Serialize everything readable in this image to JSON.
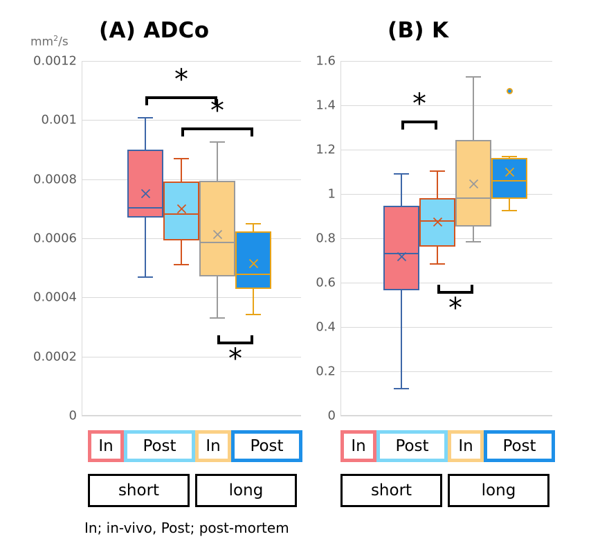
{
  "figure": {
    "footnote": "In; in-vivo, Post; post-mortem"
  },
  "panels": [
    {
      "id": "A",
      "title": "(A) ADCo",
      "unit": "mm2/s",
      "unit_base": "mm",
      "unit_sup": "2",
      "unit_tail": "/s"
    },
    {
      "id": "B",
      "title": "(B) K",
      "unit": ""
    }
  ],
  "legend": {
    "series_labels": [
      "In",
      "Post",
      "In",
      "Post"
    ],
    "group_labels": [
      "short",
      "long"
    ]
  },
  "colors": {
    "series": [
      {
        "name": "short-in",
        "fill": "#F4797F",
        "border": "#3C66A8"
      },
      {
        "name": "short-post",
        "fill": "#7DD7F7",
        "border": "#D4541E"
      },
      {
        "name": "long-in",
        "fill": "#FBD085",
        "border": "#9A9A9A"
      },
      {
        "name": "long-post",
        "fill": "#1E90E8",
        "border": "#E8A317"
      }
    ],
    "grid": "#D9D9D9",
    "axis_text": "#5A5A5A",
    "significance": "#000000"
  },
  "chart_data": [
    {
      "type": "box",
      "title": "(A) ADCo",
      "ylabel": "mm2/s",
      "xlabel": "",
      "ylim": [
        0,
        0.0012
      ],
      "yticks": [
        0,
        0.0002,
        0.0004,
        0.0006,
        0.0008,
        0.001,
        0.0012
      ],
      "ytick_labels": [
        "0",
        "0.0002",
        "0.0004",
        "0.0006",
        "0.0008",
        "0.001",
        "0.0012"
      ],
      "grid": true,
      "legend_position": "below-axis",
      "categories": [
        "short In",
        "short Post",
        "long In",
        "long Post"
      ],
      "boxes": [
        {
          "category": "short In",
          "whisker_low": 0.00047,
          "q1": 0.00067,
          "median": 0.000705,
          "q3": 0.0009,
          "whisker_high": 0.00101,
          "mean": 0.000752,
          "outliers": []
        },
        {
          "category": "short Post",
          "whisker_low": 0.000513,
          "q1": 0.000592,
          "median": 0.000685,
          "q3": 0.000793,
          "whisker_high": 0.000872,
          "mean": 0.0007,
          "outliers": []
        },
        {
          "category": "long In",
          "whisker_low": 0.000332,
          "q1": 0.00047,
          "median": 0.000588,
          "q3": 0.000795,
          "whisker_high": 0.000928,
          "mean": 0.000614,
          "outliers": []
        },
        {
          "category": "long Post",
          "whisker_low": 0.000345,
          "q1": 0.00043,
          "median": 0.000481,
          "q3": 0.000623,
          "whisker_high": 0.000652,
          "mean": 0.000514,
          "outliers": []
        }
      ],
      "annotations": [
        {
          "type": "significance",
          "symbol": "*",
          "from": "short In",
          "to": "long In",
          "y": 0.00108,
          "direction": "up"
        },
        {
          "type": "significance",
          "symbol": "*",
          "from": "short Post",
          "to": "long Post",
          "y": 0.000975,
          "direction": "up"
        },
        {
          "type": "significance",
          "symbol": "*",
          "from": "long In",
          "to": "long Post",
          "y": 0.000272,
          "direction": "down"
        }
      ]
    },
    {
      "type": "box",
      "title": "(B) K",
      "ylabel": "",
      "xlabel": "",
      "ylim": [
        0,
        1.6
      ],
      "yticks": [
        0,
        0.2,
        0.4,
        0.6,
        0.8,
        1,
        1.2,
        1.4,
        1.6
      ],
      "ytick_labels": [
        "0",
        "0.2",
        "0.4",
        "0.6",
        "0.8",
        "1",
        "1.2",
        "1.4",
        "1.6"
      ],
      "grid": true,
      "legend_position": "below-axis",
      "categories": [
        "short In",
        "short Post",
        "long In",
        "long Post"
      ],
      "boxes": [
        {
          "category": "short In",
          "whisker_low": 0.124,
          "q1": 0.567,
          "median": 0.733,
          "q3": 0.948,
          "whisker_high": 1.095,
          "mean": 0.718,
          "outliers": []
        },
        {
          "category": "short Post",
          "whisker_low": 0.687,
          "q1": 0.763,
          "median": 0.88,
          "q3": 0.98,
          "whisker_high": 1.105,
          "mean": 0.872,
          "outliers": []
        },
        {
          "category": "long In",
          "whisker_low": 0.787,
          "q1": 0.853,
          "median": 0.983,
          "q3": 1.244,
          "whisker_high": 1.532,
          "mean": 1.045,
          "outliers": []
        },
        {
          "category": "long Post",
          "whisker_low": 0.928,
          "q1": 0.977,
          "median": 1.062,
          "q3": 1.163,
          "whisker_high": 1.173,
          "mean": 1.098,
          "outliers": [
            1.465
          ]
        }
      ],
      "annotations": [
        {
          "type": "significance",
          "symbol": "*",
          "from": "short In",
          "to": "short Post",
          "y": 1.33,
          "direction": "up"
        },
        {
          "type": "significance",
          "symbol": "*",
          "from": "short Post",
          "to": "long In",
          "y": 0.59,
          "direction": "down"
        }
      ]
    }
  ]
}
